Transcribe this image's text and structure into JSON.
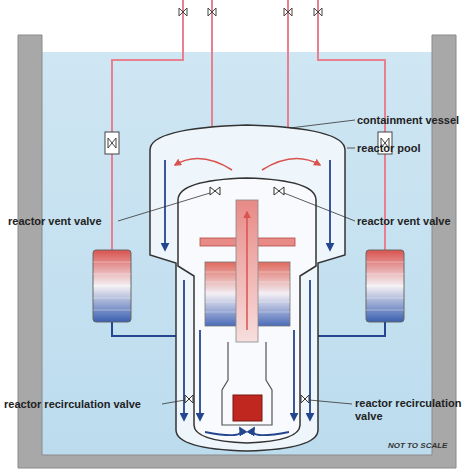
{
  "diagram": {
    "labels": [
      "containment vessel",
      "reactor pool",
      "reactor vent valve",
      "reactor vent valve",
      "reactor recirculation valve",
      "reactor recirculation valve",
      "NOT TO SCALE"
    ]
  }
}
